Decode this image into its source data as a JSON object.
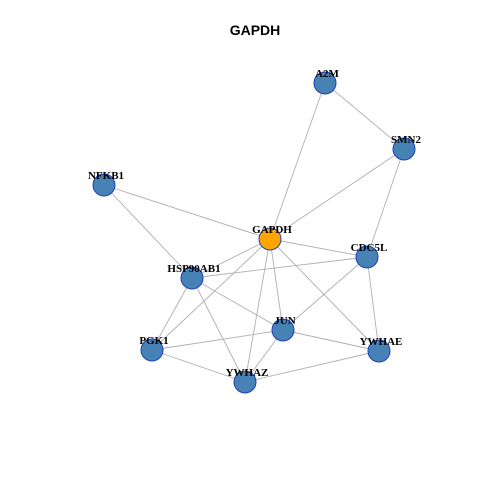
{
  "title": "GAPDH",
  "colors": {
    "hub_fill": "#ffa500",
    "node_fill": "#4682b4",
    "node_stroke": "#1f3fbf",
    "edge": "#b0b0b0"
  },
  "nodes": [
    {
      "id": "GAPDH",
      "label": "GAPDH",
      "hub": true
    },
    {
      "id": "A2M",
      "label": "A2M",
      "hub": false
    },
    {
      "id": "SMN2",
      "label": "SMN2",
      "hub": false
    },
    {
      "id": "NFKB1",
      "label": "NFKB1",
      "hub": false
    },
    {
      "id": "CDC5L",
      "label": "CDC5L",
      "hub": false
    },
    {
      "id": "HSP90AB1",
      "label": "HSP90AB1",
      "hub": false
    },
    {
      "id": "JUN",
      "label": "JUN",
      "hub": false
    },
    {
      "id": "PGK1",
      "label": "PGK1",
      "hub": false
    },
    {
      "id": "YWHAE",
      "label": "YWHAE",
      "hub": false
    },
    {
      "id": "YWHAZ",
      "label": "YWHAZ",
      "hub": false
    }
  ],
  "edges": [
    [
      "A2M",
      "SMN2"
    ],
    [
      "A2M",
      "GAPDH"
    ],
    [
      "SMN2",
      "GAPDH"
    ],
    [
      "SMN2",
      "CDC5L"
    ],
    [
      "NFKB1",
      "GAPDH"
    ],
    [
      "NFKB1",
      "HSP90AB1"
    ],
    [
      "GAPDH",
      "CDC5L"
    ],
    [
      "GAPDH",
      "HSP90AB1"
    ],
    [
      "GAPDH",
      "JUN"
    ],
    [
      "GAPDH",
      "PGK1"
    ],
    [
      "GAPDH",
      "YWHAE"
    ],
    [
      "GAPDH",
      "YWHAZ"
    ],
    [
      "CDC5L",
      "HSP90AB1"
    ],
    [
      "CDC5L",
      "JUN"
    ],
    [
      "CDC5L",
      "YWHAE"
    ],
    [
      "HSP90AB1",
      "JUN"
    ],
    [
      "HSP90AB1",
      "PGK1"
    ],
    [
      "HSP90AB1",
      "YWHAZ"
    ],
    [
      "JUN",
      "PGK1"
    ],
    [
      "JUN",
      "YWHAE"
    ],
    [
      "JUN",
      "YWHAZ"
    ],
    [
      "PGK1",
      "YWHAZ"
    ],
    [
      "YWHAZ",
      "YWHAE"
    ]
  ]
}
